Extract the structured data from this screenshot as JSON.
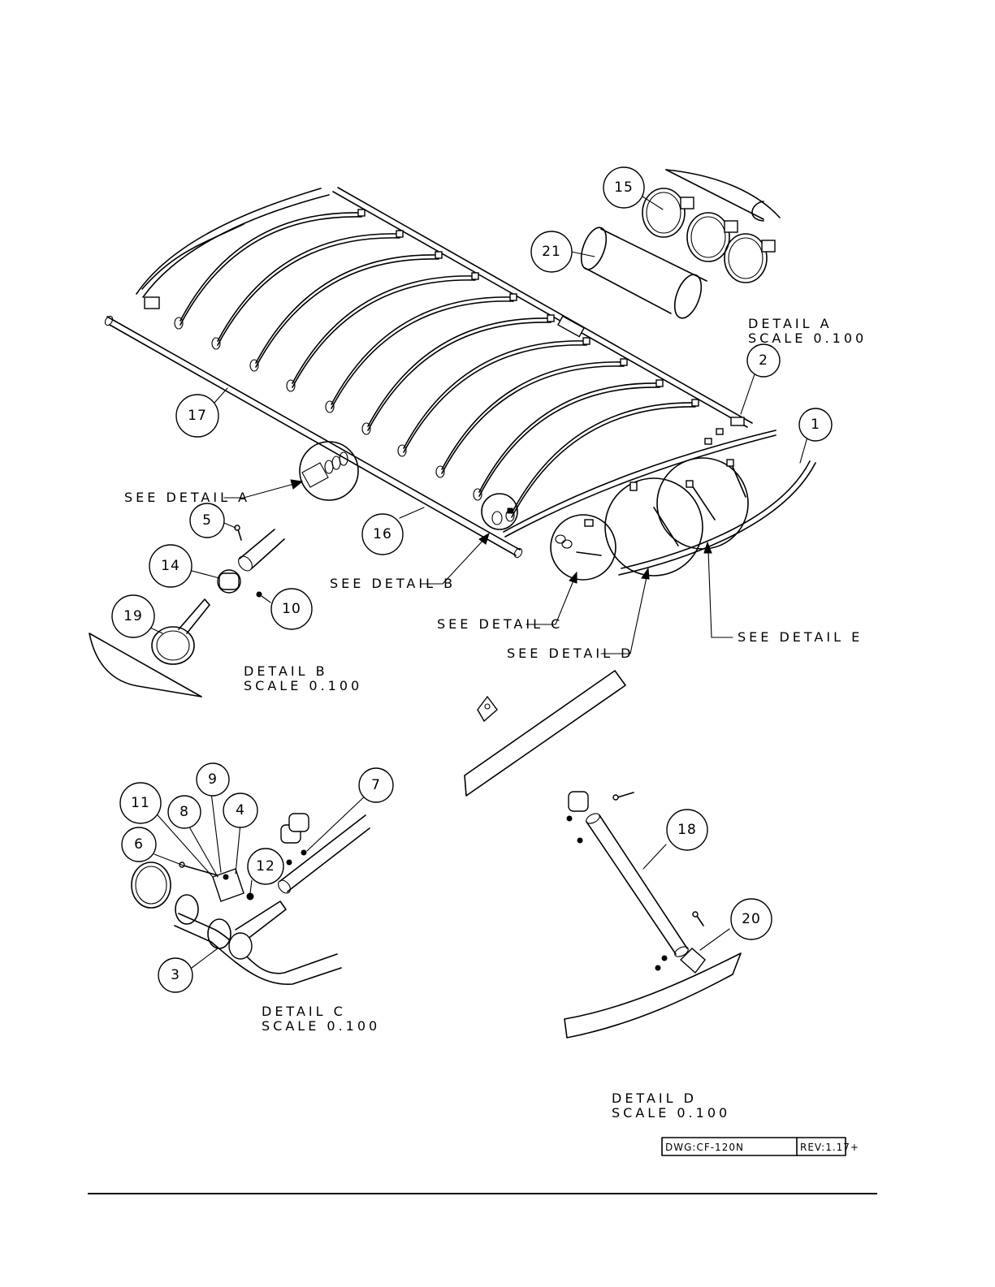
{
  "detail_labels": {
    "a_title": "DETAIL  A",
    "a_scale": "SCALE  0.100",
    "b_title": "DETAIL  B",
    "b_scale": "SCALE  0.100",
    "c_title": "DETAIL  C",
    "c_scale": "SCALE  0.100",
    "d_title": "DETAIL  D",
    "d_scale": "SCALE  0.100"
  },
  "callouts": {
    "see_a": "SEE DETAIL  A",
    "see_b": "SEE DETAIL  B",
    "see_c": "SEE DETAIL  C",
    "see_d": "SEE DETAIL  D",
    "see_e": "SEE DETAIL  E"
  },
  "balloons": [
    "1",
    "2",
    "3",
    "4",
    "5",
    "6",
    "7",
    "8",
    "9",
    "10",
    "11",
    "12",
    "14",
    "15",
    "16",
    "17",
    "18",
    "19",
    "20",
    "21"
  ],
  "title_block": {
    "dwg": "DWG:CF-120N",
    "rev": "REV:1.17+"
  }
}
